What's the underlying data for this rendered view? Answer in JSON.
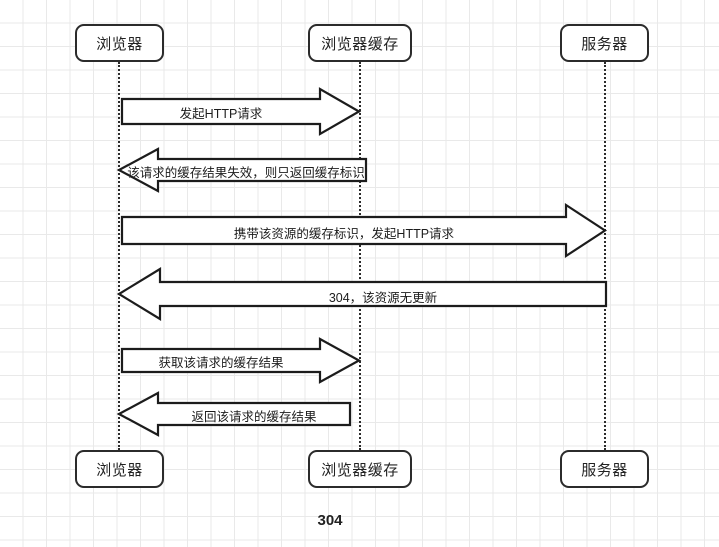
{
  "diagram": {
    "caption": "304",
    "colors": {
      "stroke": "#2b2b2b",
      "fill": "#ffffff",
      "grid": "#e9e9e9",
      "text": "#1c1c1c"
    },
    "participants_top": [
      {
        "label": "浏览器",
        "name": "browser"
      },
      {
        "label": "浏览器缓存",
        "name": "browser-cache"
      },
      {
        "label": "服务器",
        "name": "server"
      }
    ],
    "participants_bottom": [
      {
        "label": "浏览器",
        "name": "browser"
      },
      {
        "label": "浏览器缓存",
        "name": "browser-cache"
      },
      {
        "label": "服务器",
        "name": "server"
      }
    ],
    "messages": [
      {
        "label": "发起HTTP请求",
        "from": "浏览器",
        "to": "浏览器缓存",
        "direction": "right"
      },
      {
        "label": "该请求的缓存结果失效，则只返回缓存标识",
        "from": "浏览器缓存",
        "to": "浏览器",
        "direction": "left"
      },
      {
        "label": "携带该资源的缓存标识，发起HTTP请求",
        "from": "浏览器",
        "to": "服务器",
        "direction": "right"
      },
      {
        "label": "304，该资源无更新",
        "from": "服务器",
        "to": "浏览器",
        "direction": "left"
      },
      {
        "label": "获取该请求的缓存结果",
        "from": "浏览器",
        "to": "浏览器缓存",
        "direction": "right"
      },
      {
        "label": "返回该请求的缓存结果",
        "from": "浏览器缓存",
        "to": "浏览器",
        "direction": "left"
      }
    ]
  }
}
